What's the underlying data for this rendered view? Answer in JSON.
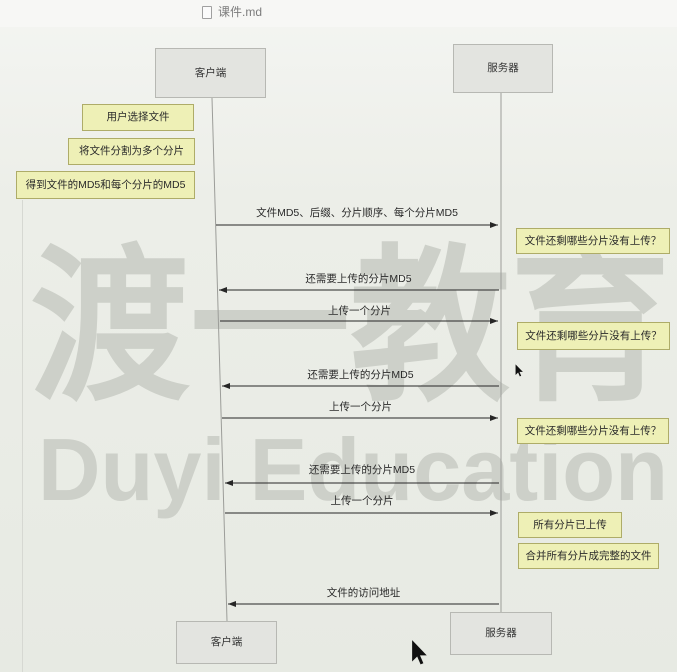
{
  "tab": {
    "title": "课件.md",
    "icon": "file-icon"
  },
  "participants": {
    "top": {
      "client": "客户端",
      "server": "服务器"
    },
    "bottom": {
      "client": "客户端",
      "server": "服务器"
    }
  },
  "steps": [
    {
      "note_left_of_client": "用户选择文件"
    },
    {
      "note_left_of_client": "将文件分割为多个分片"
    },
    {
      "note_left_of_client": "得到文件的MD5和每个分片的MD5"
    },
    {
      "client_to_server": "文件MD5、后缀、分片顺序、每个分片MD5"
    },
    {
      "note_right_of_server": "文件还剩哪些分片没有上传？"
    },
    {
      "server_to_client": "还需要上传的分片MD5"
    },
    {
      "client_to_server": "上传一个分片"
    },
    {
      "note_right_of_server": "文件还剩哪些分片没有上传？"
    },
    {
      "server_to_client": "还需要上传的分片MD5"
    },
    {
      "client_to_server": "上传一个分片"
    },
    {
      "note_right_of_server": "文件还剩哪些分片没有上传？"
    },
    {
      "server_to_client": "还需要上传的分片MD5"
    },
    {
      "client_to_server": "上传一个分片"
    },
    {
      "note_right_of_server": "所有分片已上传"
    },
    {
      "note_right_of_server": "合并所有分片成完整的文件"
    },
    {
      "server_to_client": "文件的访问地址"
    }
  ],
  "watermark": {
    "cn": "渡一教育",
    "en": "Duyi Education"
  },
  "cursor_icons": [
    "mouse-cursor-icon",
    "mouse-cursor-icon"
  ],
  "colors": {
    "background": "#eceee8",
    "participant_fill": "#e3e4e0",
    "note_fill": "#eef0b6",
    "note_border": "#aeac68",
    "arrow": "#262626"
  }
}
